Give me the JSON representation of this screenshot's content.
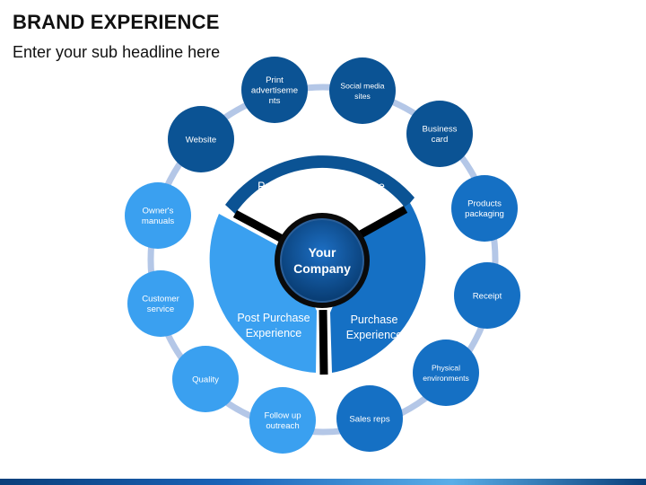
{
  "header": {
    "title": "BRAND EXPERIENCE",
    "subtitle": "Enter your sub headline here"
  },
  "center": {
    "label_lines": [
      "Your",
      "Company"
    ]
  },
  "stages": [
    {
      "key": "pre",
      "lines": [
        "Pre Purchase Experience"
      ],
      "color": "#0b5394"
    },
    {
      "key": "purchase",
      "lines": [
        "Purchase",
        "Experience"
      ],
      "color": "#1570c4"
    },
    {
      "key": "post",
      "lines": [
        "Post Purchase",
        "Experience"
      ],
      "color": "#3aa0f0"
    }
  ],
  "touchpoints": [
    {
      "key": "print-advertisements",
      "lines": [
        "Print",
        "advertiseme",
        "nts"
      ],
      "color": "#0b5394"
    },
    {
      "key": "social-media-sites",
      "lines": [
        "Social media",
        "sites"
      ],
      "color": "#0b5394"
    },
    {
      "key": "business-card",
      "lines": [
        "Business",
        "card"
      ],
      "color": "#0b5394"
    },
    {
      "key": "products-packaging",
      "lines": [
        "Products",
        "packaging"
      ],
      "color": "#1570c4"
    },
    {
      "key": "receipt",
      "lines": [
        "Receipt"
      ],
      "color": "#1570c4"
    },
    {
      "key": "physical-environments",
      "lines": [
        "Physical",
        "environments"
      ],
      "color": "#1570c4"
    },
    {
      "key": "sales-reps",
      "lines": [
        "Sales reps"
      ],
      "color": "#1570c4"
    },
    {
      "key": "follow-up-outreach",
      "lines": [
        "Follow up",
        "outreach"
      ],
      "color": "#3aa0f0"
    },
    {
      "key": "quality",
      "lines": [
        "Quality"
      ],
      "color": "#3aa0f0"
    },
    {
      "key": "customer-service",
      "lines": [
        "Customer",
        "service"
      ],
      "color": "#3aa0f0"
    },
    {
      "key": "owners-manuals",
      "lines": [
        "Owner's",
        "manuals"
      ],
      "color": "#3aa0f0"
    },
    {
      "key": "website",
      "lines": [
        "Website"
      ],
      "color": "#0b5394"
    }
  ],
  "colors": {
    "ring": "#b4c7e7",
    "divider": "#000000",
    "center_fill": "#0b5394",
    "center_border": "#000000"
  }
}
